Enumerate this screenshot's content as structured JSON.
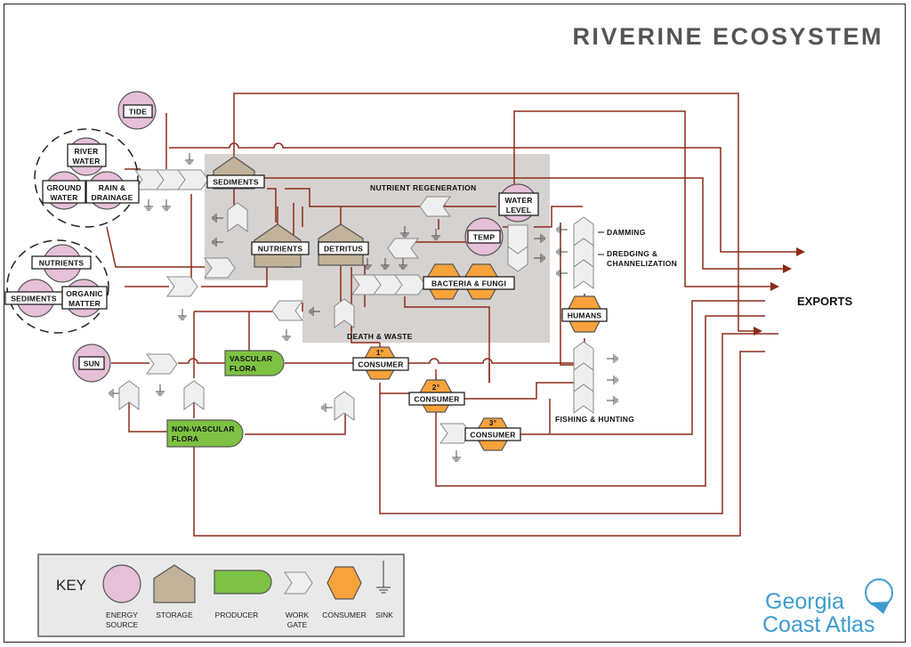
{
  "title": "RIVERINE ECOSYSTEM",
  "colors": {
    "flow": "#8b2c18",
    "energy_source": "#e6bfd9",
    "storage": "#c2b29a",
    "producer": "#7dc242",
    "consumer": "#f7a23b",
    "work_gate": "#eeeeee",
    "region": "#d6d2d0",
    "logo": "#3d9ccf"
  },
  "labels": {
    "tide": "TIDE",
    "river_water": [
      "RIVER",
      "WATER"
    ],
    "ground_water": [
      "GROUND",
      "WATER"
    ],
    "rain_drainage": [
      "RAIN &",
      "DRAINAGE"
    ],
    "nutrients_in": "NUTRIENTS",
    "sediments_in": "SEDIMENTS",
    "organic_matter": [
      "ORGANIC",
      "MATTER"
    ],
    "sun": "SUN",
    "sediments": "SEDIMENTS",
    "nutrients": "NUTRIENTS",
    "detritus": "DETRITUS",
    "nutrient_regeneration": "NUTRIENT REGENERATION",
    "water_level": [
      "WATER",
      "LEVEL"
    ],
    "temp": "TEMP",
    "bacteria_fungi": "BACTERIA & FUNGI",
    "death_waste": "DEATH & WASTE",
    "vascular_flora": [
      "VASCULAR",
      "FLORA"
    ],
    "non_vascular_flora": [
      "NON-VASCULAR",
      "FLORA"
    ],
    "consumer1_sup": "1°",
    "consumer2_sup": "2°",
    "consumer3_sup": "3°",
    "consumer": "CONSUMER",
    "humans": "HUMANS",
    "damming": "DAMMING",
    "dredging": [
      "DREDGING &",
      "CHANNELIZATION"
    ],
    "fishing_hunting": "FISHING & HUNTING",
    "exports": "EXPORTS"
  },
  "key": {
    "heading": "KEY",
    "items": [
      "ENERGY\nSOURCE",
      "STORAGE",
      "PRODUCER",
      "WORK\nGATE",
      "CONSUMER",
      "SINK"
    ]
  },
  "logo": [
    "Georgia",
    "Coast Atlas"
  ]
}
